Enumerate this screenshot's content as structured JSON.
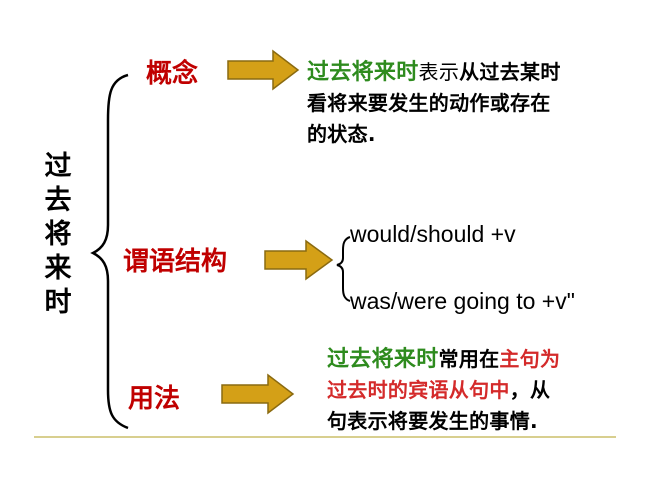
{
  "title_vertical": [
    "过",
    "去",
    "将",
    "来",
    "时"
  ],
  "branches": {
    "concept": {
      "label": "概念",
      "text_green": "过去将来时",
      "text_black_1": "表示",
      "text_black_2": "从过去某时",
      "line2": "看将来要发生的动作或存在",
      "line3": "的状态."
    },
    "predicate": {
      "label": "谓语结构",
      "forms": [
        "would/should +v",
        "was/were going to +v\""
      ]
    },
    "usage": {
      "label": "用法",
      "l1_green": "过去将来时",
      "l1_black": "常用在",
      "l1_red": "主句为",
      "l2_red": "过去时的宾语从句中",
      "l2_black": "，从",
      "line3": "句表示将要发生的事情."
    }
  },
  "colors": {
    "label_red": "#c00000",
    "accent_green": "#2e8b1e",
    "arrow_fill": "#d4a017",
    "arrow_stroke": "#8a6a10",
    "rule_line": "#d8cf8f"
  }
}
